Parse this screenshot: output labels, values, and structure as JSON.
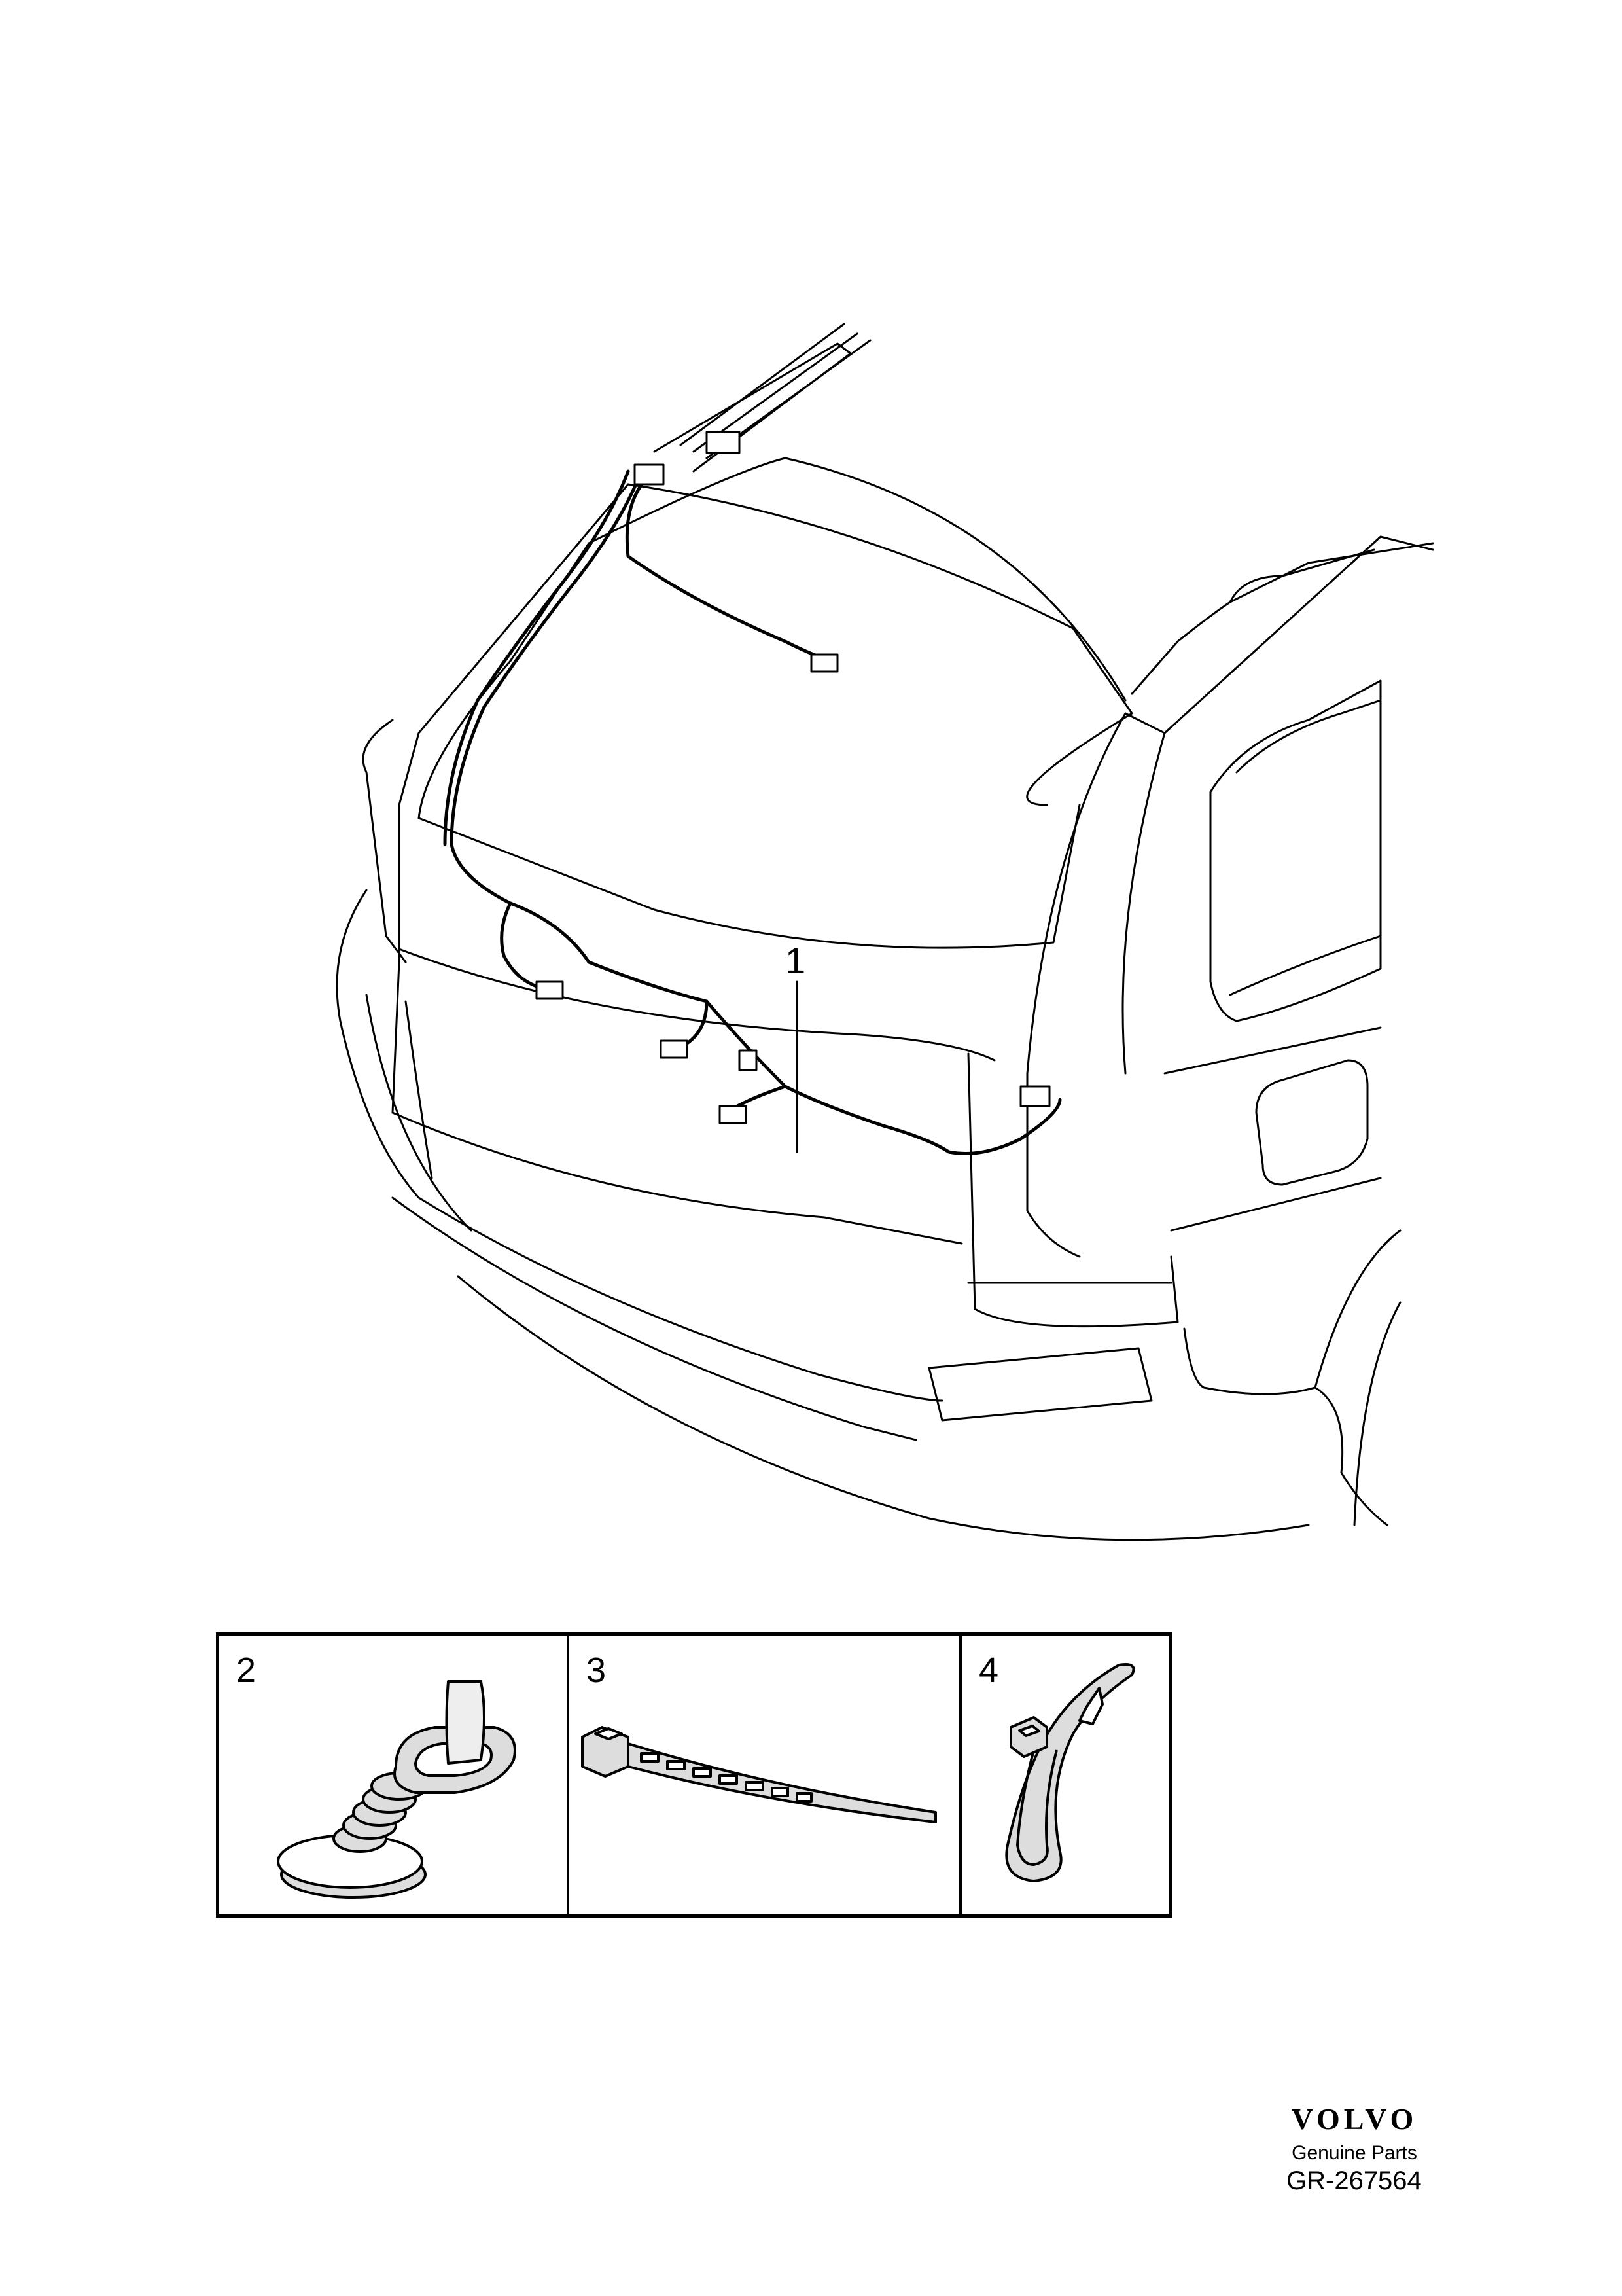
{
  "diagram": {
    "callouts": [
      {
        "id": "1",
        "label": "1"
      }
    ],
    "parts": [
      {
        "number": "2",
        "icon": "grommet-icon"
      },
      {
        "number": "3",
        "icon": "cable-tie-icon"
      },
      {
        "number": "4",
        "icon": "cable-tie-clip-icon"
      }
    ]
  },
  "brand": {
    "logo_text": "VOLVO",
    "tagline": "Genuine Parts",
    "reference": "GR-267564"
  }
}
